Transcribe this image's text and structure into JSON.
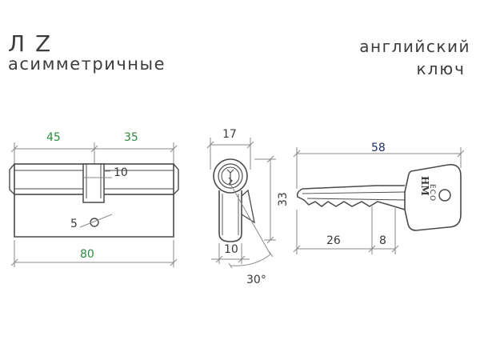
{
  "header": {
    "model": "Л Z",
    "type": "асимметричные",
    "key_type_line1": "английский",
    "key_type_line2": "ключ"
  },
  "cylinder": {
    "dim_left": "45",
    "dim_right": "35",
    "dim_total": "80",
    "dim_cam": "10",
    "dim_screw": "5"
  },
  "profile": {
    "dim_width": "17",
    "dim_height": "33",
    "dim_bottom": "10",
    "dim_angle": "30°"
  },
  "key": {
    "dim_length": "58",
    "dim_blade": "26",
    "dim_tip": "8",
    "brand": "НМ",
    "brand_sub": "ECO"
  },
  "colors": {
    "line": "#4a4a4a",
    "dim_line": "#8a8a8a",
    "green": "#2e8b3e",
    "navy": "#1f2f6b"
  }
}
